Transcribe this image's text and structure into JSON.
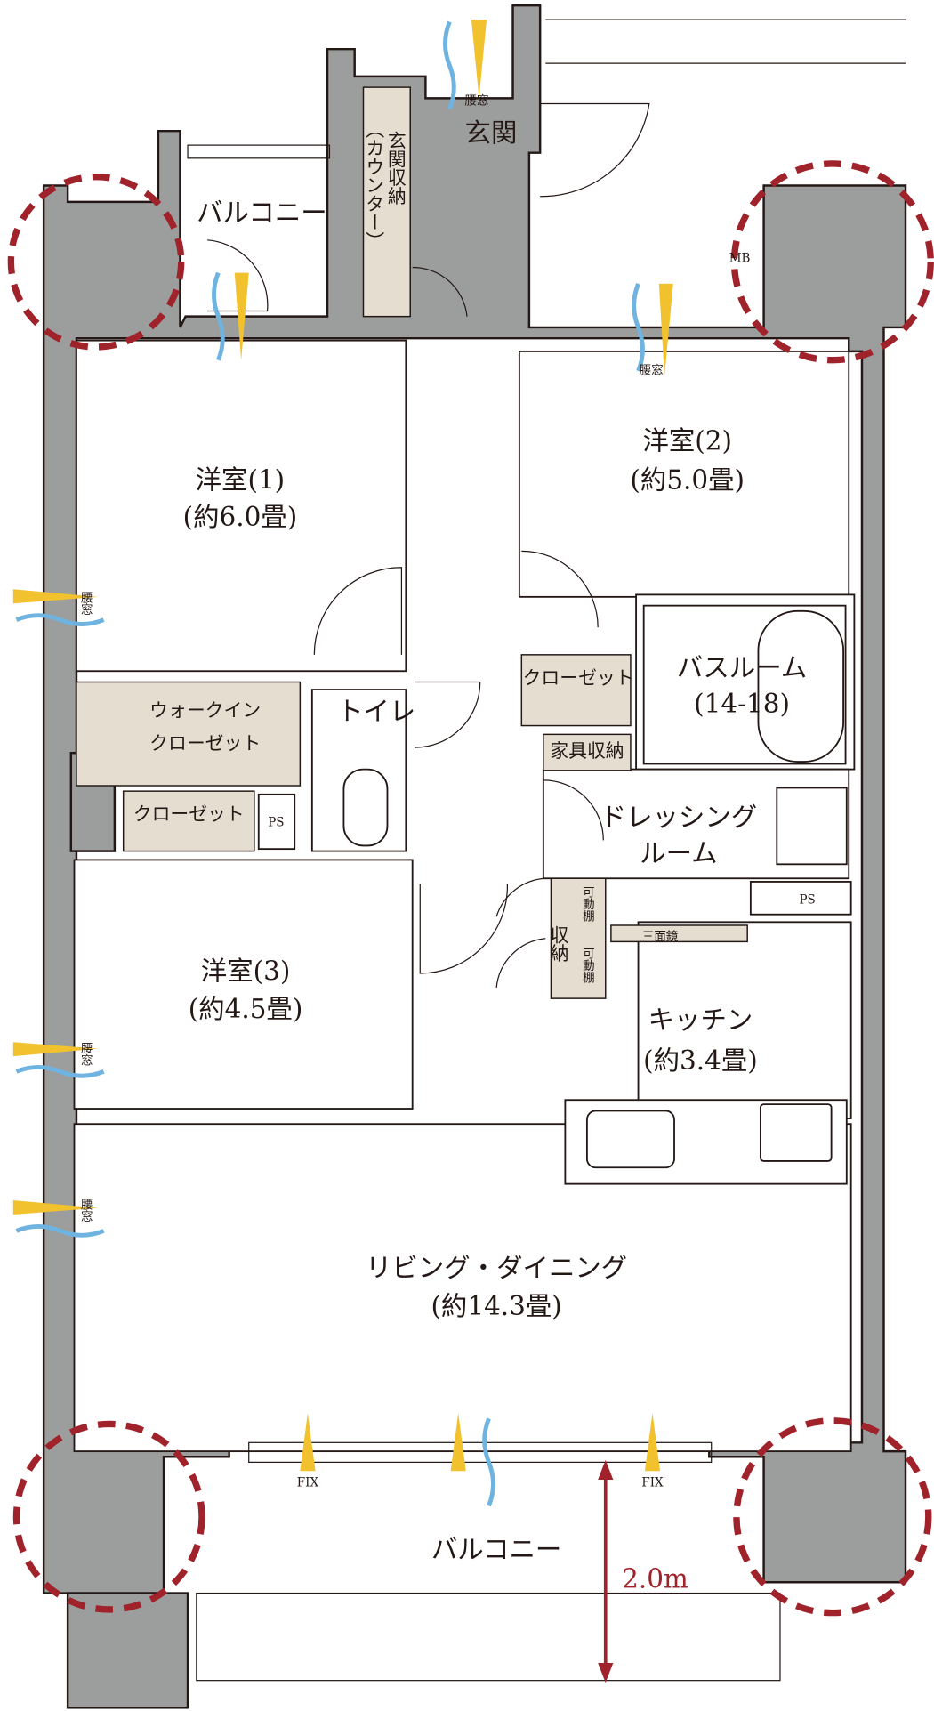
{
  "rooms": {
    "balcony_top": "バルコニー",
    "entrance": "玄関",
    "entrance_storage": "玄関収納",
    "entrance_storage_sub": "（カウンター）",
    "western1": "洋室(1)",
    "western1_size": "(約6.0畳)",
    "western2": "洋室(2)",
    "western2_size": "(約5.0畳)",
    "walkin1": "ウォークイン",
    "walkin2": "クローゼット",
    "closet_left": "クローゼット",
    "closet_right": "クローゼット",
    "ps_left": "PS",
    "ps_right": "PS",
    "toilet": "トイレ",
    "bathroom": "バスルーム",
    "bathroom_size": "(14-18)",
    "furniture_storage": "家具収納",
    "dressing1": "ドレッシング",
    "dressing2": "ルーム",
    "movable_shelf": "可動棚",
    "storage": "収納",
    "triple_mirror": "三面鏡",
    "western3": "洋室(3)",
    "western3_size": "(約4.5畳)",
    "kitchen": "キッチン",
    "kitchen_size": "(約3.4畳)",
    "living": "リビング・ダイニング",
    "living_size": "(約14.3畳)",
    "balcony_bottom": "バルコニー",
    "mb": "MB"
  },
  "annotations": {
    "waist_window": "腰窓",
    "fix": "FIX",
    "balcony_depth": "2.0m"
  },
  "colors": {
    "wall": "#9c9d9d",
    "storage": "#e5ddd0",
    "highlight": "#a0222a",
    "sun": "#f2c12e",
    "wind": "#6fb3e0"
  }
}
